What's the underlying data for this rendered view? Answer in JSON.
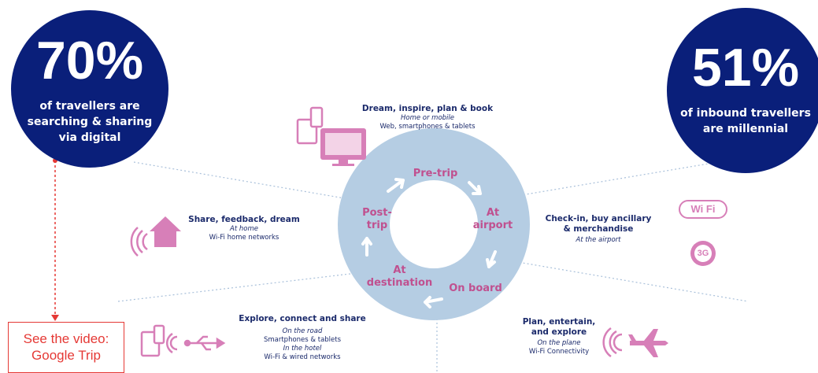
{
  "left_stat": {
    "value": "70%",
    "line1": "of travellers are",
    "line2": "searching & sharing",
    "line3": "via digital"
  },
  "right_stat": {
    "value": "51%",
    "line1": "of inbound travellers",
    "line2": "are millennial"
  },
  "ring": {
    "pre_trip": "Pre-trip",
    "at_airport_1": "At",
    "at_airport_2": "airport",
    "on_board": "On board",
    "at_destination_1": "At",
    "at_destination_2": "destination",
    "post_trip": "Post-trip"
  },
  "top_label": {
    "title": "Dream, inspire, plan & book",
    "sub": "Home or mobile",
    "body": "Web, smartphones & tablets"
  },
  "left_label": {
    "title": "Share, feedback, dream",
    "sub": "At home",
    "body": "Wi-Fi home networks"
  },
  "right_label": {
    "title1": "Check-in, buy ancillary",
    "title2": "& merchandise",
    "sub": "At the airport"
  },
  "bottom_left_label": {
    "title": "Explore, connect and share",
    "sub1": "On the road",
    "body1": "Smartphones & tablets",
    "sub2": "In the hotel",
    "body2": "Wi-Fi & wired networks"
  },
  "bottom_right_label": {
    "title1": "Plan, entertain,",
    "title2": "and explore",
    "sub": "On the plane",
    "body": "Wi-Fi Connectivity"
  },
  "badges": {
    "wifi": "Wi Fi",
    "three_g": "3G"
  },
  "video_box": {
    "line1": "See the video:",
    "line2": "Google Trip"
  },
  "colors": {
    "navy": "#0a1f7a",
    "ring": "#b5cde3",
    "pink": "#c0508f",
    "icon_pink": "#d77fb8",
    "red": "#e53935",
    "label_navy": "#1b2a6b"
  }
}
